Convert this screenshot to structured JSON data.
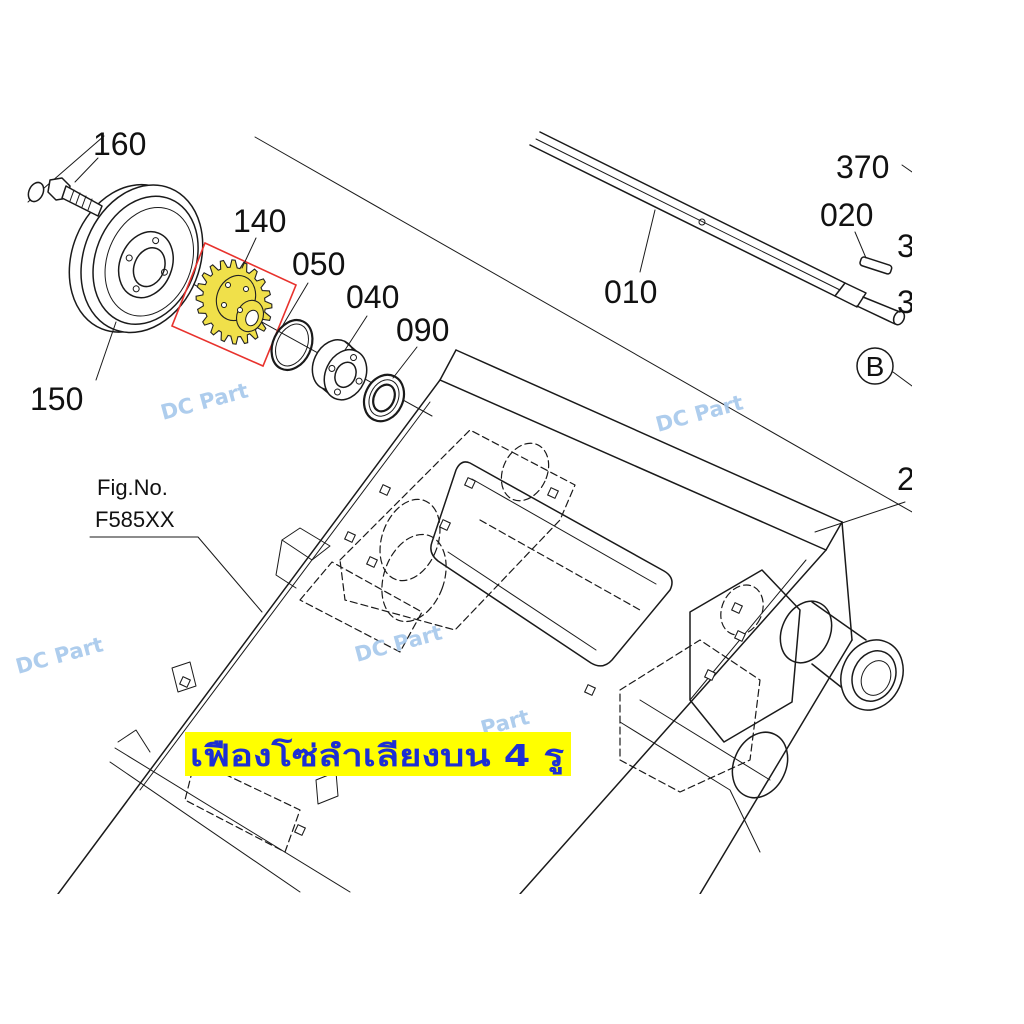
{
  "diagram": {
    "callouts": {
      "bolt": "160",
      "sprocket": "140",
      "snap_ring": "050",
      "bearing": "040",
      "seal": "090",
      "shaft": "010",
      "part_370": "370",
      "key": "020",
      "edge_3_upper": "3",
      "edge_3_lower": "3",
      "edge_2": "2",
      "pulley": "150"
    },
    "section_marker": "B",
    "figure": {
      "label": "Fig.No.",
      "number": "F585XX"
    },
    "highlight": {
      "label": "เฟืองโซ่ลำเลียงบน 4 รู"
    },
    "watermarks": [
      "DC Part",
      "DC Part",
      "DC Part",
      "DC Part",
      "Part"
    ]
  },
  "colors": {
    "line": "#1a1a1a",
    "sprocket": "#f0e04a",
    "highlight_box": "#e8322d",
    "label_fill": "#ffff00",
    "label_text": "#1d2fd4",
    "watermark": "#a6c8ec"
  }
}
